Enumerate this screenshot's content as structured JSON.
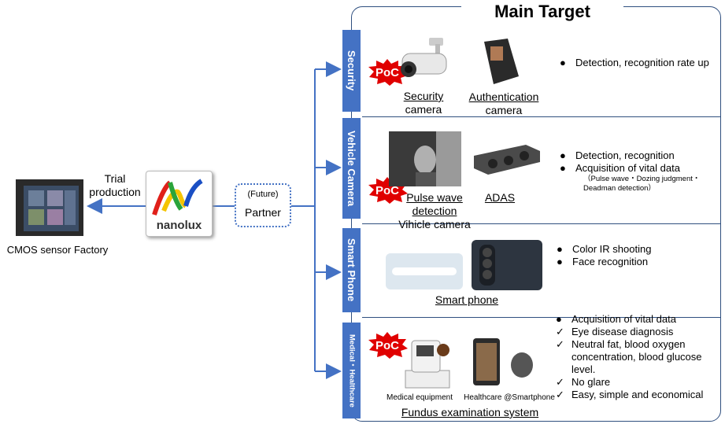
{
  "main_title": "Main Target",
  "left": {
    "factory_label": "CMOS sensor Factory",
    "trial_label": "Trial production",
    "logo_text": "nanolux",
    "partner_top": "(Future)",
    "partner_bottom": "Partner"
  },
  "poc_label": "PoC",
  "categories": [
    {
      "label": "Security"
    },
    {
      "label": "Vehicle Camera"
    },
    {
      "label": "Smart Phone"
    },
    {
      "label": "Medical・Healthcare"
    }
  ],
  "security": {
    "cam1_line1": "Security",
    "cam1_line2": "camera",
    "cam2_line1": "Authentication",
    "cam2_line2": "camera",
    "bullets": [
      "Detection, recognition rate up"
    ]
  },
  "vehicle": {
    "cap1_line1": "Pulse wave",
    "cap1_line2": "detection",
    "cap1_line3": "Vihicle camera",
    "cap2": "ADAS",
    "bullets": [
      "Detection, recognition",
      "Acquisition of vital data"
    ],
    "note": "（Pulse wave・Dozing judgment・Deadman detection）"
  },
  "smartphone": {
    "caption": "Smart phone",
    "bullets": [
      "Color IR shooting",
      "Face recognition"
    ]
  },
  "medical": {
    "cap1": "Medical equipment",
    "cap2": "Healthcare @Smartphone",
    "cap3": "Fundus examination system",
    "items": [
      {
        "mark": "●",
        "text": "Acquisition of vital data"
      },
      {
        "mark": "✓",
        "text": "Eye disease diagnosis"
      },
      {
        "mark": "✓",
        "text": "Neutral fat, blood oxygen concentration, blood glucose level."
      },
      {
        "mark": "✓",
        "text": "No glare"
      },
      {
        "mark": "✓",
        "text": "Easy, simple and economical"
      }
    ]
  },
  "colors": {
    "accent": "#4472c4",
    "poc": "#e00000",
    "frame": "#2f4f7f"
  }
}
